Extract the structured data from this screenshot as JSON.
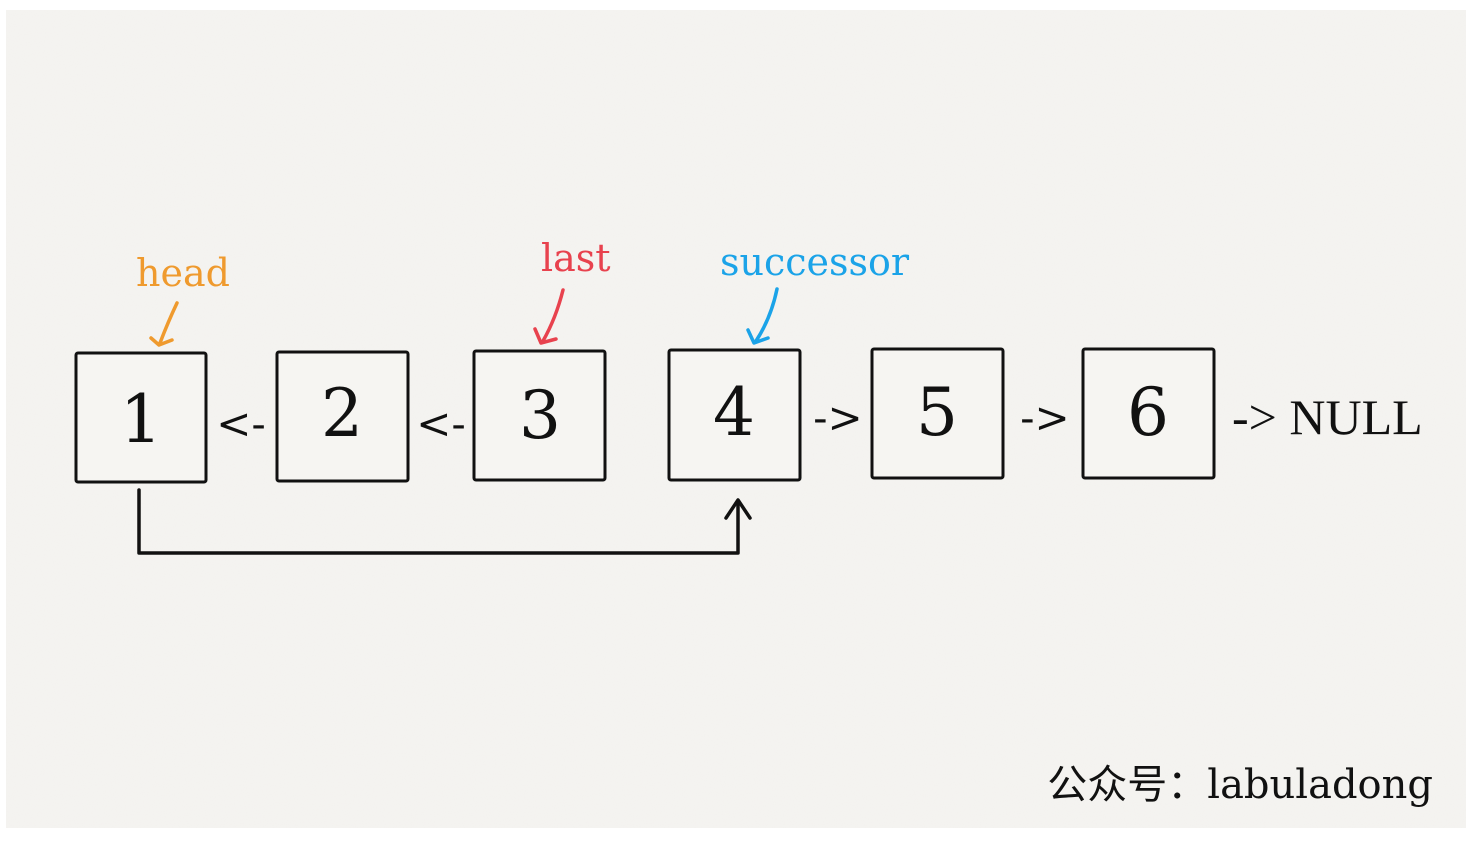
{
  "nodes": [
    "1",
    "2",
    "3",
    "4",
    "5",
    "6"
  ],
  "separators": [
    "<-",
    "<-",
    "",
    "->",
    "->"
  ],
  "tail_label": "-> NULL",
  "pointers": [
    {
      "label": "head",
      "node_index": 0,
      "color": "#ef9a2e"
    },
    {
      "label": "last",
      "node_index": 2,
      "color": "#e8424e"
    },
    {
      "label": "successor",
      "node_index": 3,
      "color": "#1ba3e8"
    }
  ],
  "link": {
    "from_index": 0,
    "to_index": 3
  },
  "watermark": "公众号：labuladong"
}
